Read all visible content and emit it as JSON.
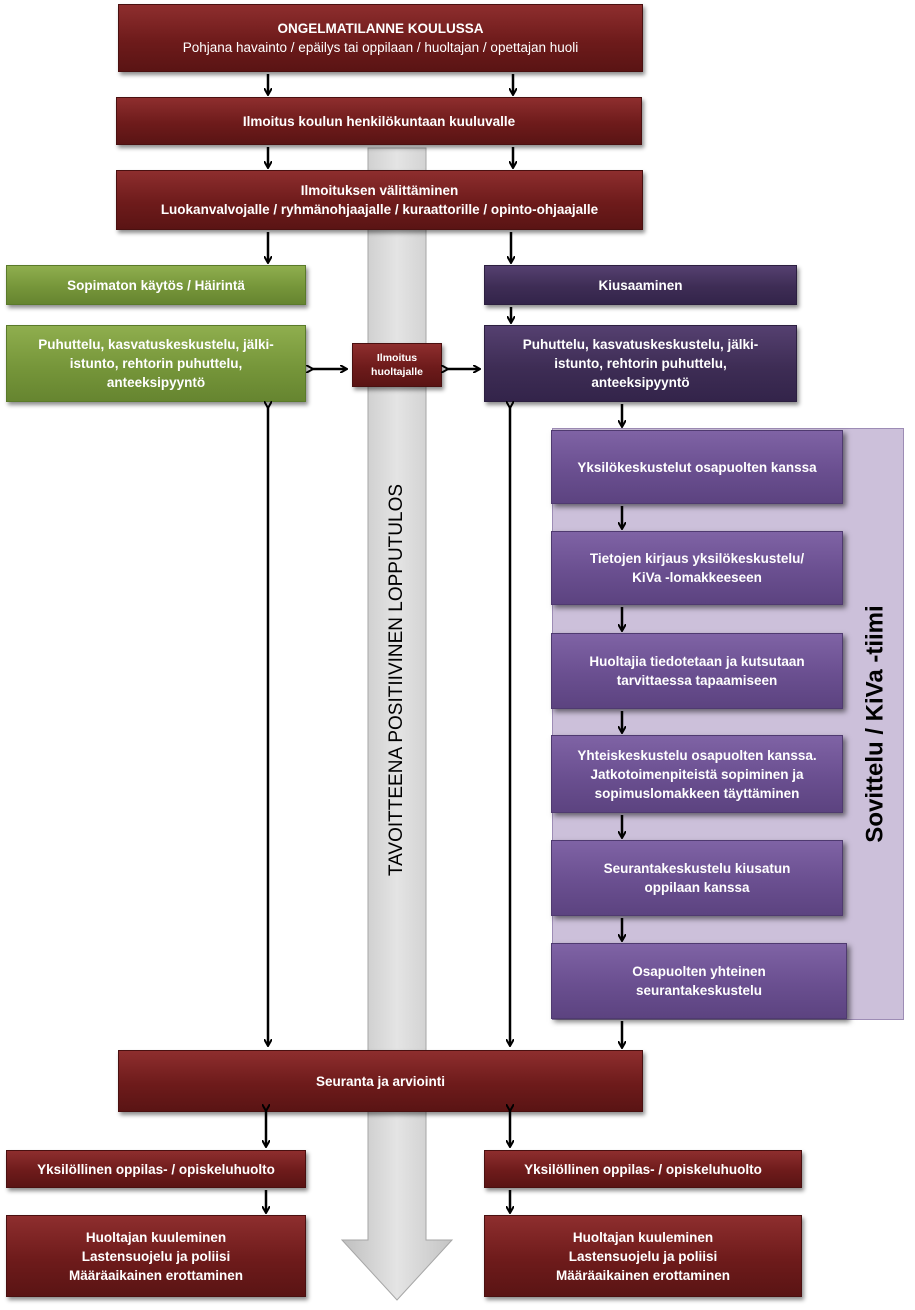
{
  "top": {
    "title": "ONGELMATILANNE KOULUSSA",
    "subtitle": "Pohjana havainto / epäilys tai oppilaan / huoltajan / opettajan huoli"
  },
  "notify_staff": "Ilmoitus koulun henkilökuntaan kuuluvalle",
  "forward": {
    "line1": "Ilmoituksen välittäminen",
    "line2": "Luokanvalvojalle / ryhmänohjaajalle / kuraattorille / opinto-ohjaajalle"
  },
  "left_branch": {
    "title": "Sopimaton käytös / Häirintä",
    "actions": "Puhuttelu, kasvatuskeskustelu, jälki-istunto, rehtorin puhuttelu, anteeksipyyntö"
  },
  "right_branch": {
    "title": "Kiusaaminen",
    "actions": "Puhuttelu, kasvatuskeskustelu, jälki-istunto, rehtorin puhuttelu, anteeksipyyntö"
  },
  "guardian_notice": "Ilmoitus huoltajalle",
  "central_label": "TAVOITTEENA POSITIIVINEN LOPPUTULOS",
  "kiva": {
    "label": "Sovittelu  /  KiVa -tiimi",
    "steps": [
      "Yksilökeskustelut osapuolten kanssa",
      "Tietojen kirjaus yksilökeskustelu/ KiVa -lomakkeeseen",
      "Huoltajia tiedotetaan ja  kutsutaan tarvittaessa tapaamiseen",
      "Yhteiskeskustelu osapuolten kanssa. Jatkotoimenpiteistä sopiminen ja sopimuslomakkeen täyttäminen",
      "Seurantakeskustelu kiusatun oppilaan kanssa",
      "Osapuolten yhteinen seurantakeskustelu"
    ]
  },
  "followup": "Seuranta ja arviointi",
  "bottom_left": {
    "welfare": "Yksilöllinen oppilas- / opiskeluhuolto",
    "measures": [
      "Huoltajan kuuleminen",
      "Lastensuojelu ja poliisi",
      "Määräaikainen erottaminen"
    ]
  },
  "bottom_right": {
    "welfare": "Yksilöllinen oppilas- / opiskeluhuolto",
    "measures": [
      "Huoltajan kuuleminen",
      "Lastensuojelu ja poliisi",
      "Määräaikainen erottaminen"
    ]
  },
  "colors": {
    "red": "#6e1b1b",
    "green": "#76963a",
    "dark_purple": "#3e2d55",
    "purple": "#6a4f90",
    "panel": "#ccc0da",
    "big_arrow": "#d9d9d9"
  }
}
